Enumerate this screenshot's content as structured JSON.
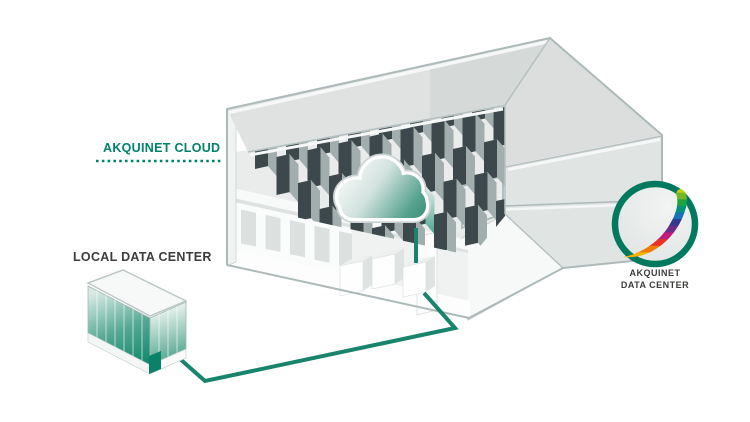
{
  "diagram": {
    "type": "isometric-cloud-infographic",
    "labels": {
      "cloud_zone": "AKQUINET CLOUD",
      "local_datacenter": "LOCAL DATA CENTER",
      "badge_line1": "AKQUINET",
      "badge_line2": "DATA CENTER"
    },
    "colors": {
      "accent_teal": "#00826B",
      "connection_teal": "#19846C",
      "badge_ring_teal": "#00795F",
      "text_dark": "#3C3C3B",
      "building_face": "#E0E4E3",
      "edge_gray": "#AEB9BA",
      "rack_dark": "#3C484B",
      "rack_top": "#D8DFDE",
      "rack_side": "#A2AEAE"
    },
    "badge": {
      "logo_stripes": [
        "#C5D30E",
        "#76B72A",
        "#1FA33C",
        "#00927C",
        "#1A71B8",
        "#303A8E",
        "#6F2C86",
        "#C01A7B",
        "#E63229",
        "#EF7C00",
        "#F6B400"
      ]
    },
    "icons": {
      "cloud": "cloud-icon",
      "logo": "akquinet-feather-logo",
      "servers": "server-rack-grid"
    }
  }
}
